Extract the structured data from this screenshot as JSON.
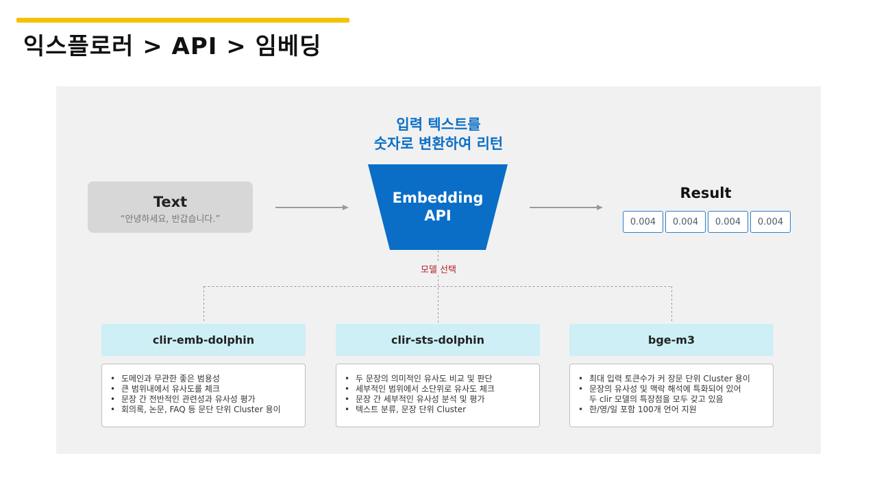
{
  "page": {
    "title": "익스플로러 > API > 임베딩",
    "accent_color": "#f5c200"
  },
  "diagram": {
    "headline_line1": "입력 텍스트를",
    "headline_line2": "숫자로 변환하여 리턴",
    "input": {
      "label": "Text",
      "sample": "“안녕하세요, 반갑습니다.”"
    },
    "process": {
      "line1": "Embedding",
      "line2": "API",
      "color": "#0a6ec7"
    },
    "result": {
      "label": "Result",
      "values": [
        "0.004",
        "0.004",
        "0.004",
        "0.004"
      ]
    },
    "model_select_label": "모델 선택",
    "models": [
      {
        "name": "clir-emb-dolphin",
        "points": [
          "도메인과 무관한 좋은 범용성",
          "큰 범위내에서 유사도를 체크",
          "문장 간 전반적인 관련성과 유사성 평가",
          "회의록, 논문, FAQ 등 문단 단위 Cluster 용이"
        ]
      },
      {
        "name": "clir-sts-dolphin",
        "points": [
          "두 문장의 의미적인 유사도 비교 및 판단",
          "세부적인 범위에서 소단위로 유사도 체크",
          "문장 간 세부적인 유사성 분석 및 평가",
          "텍스트 분류, 문장 단위 Cluster"
        ]
      },
      {
        "name": "bge-m3",
        "points": [
          "최대 입력 토큰수가 커 장문 단위 Cluster 용이",
          "문장의 유사성 및 맥락 해석에 특화되어 있어\n두 clir 모델의 특장점을 모두 갖고 있음",
          "한/영/일 포함 100개 언어 지원"
        ]
      }
    ]
  }
}
